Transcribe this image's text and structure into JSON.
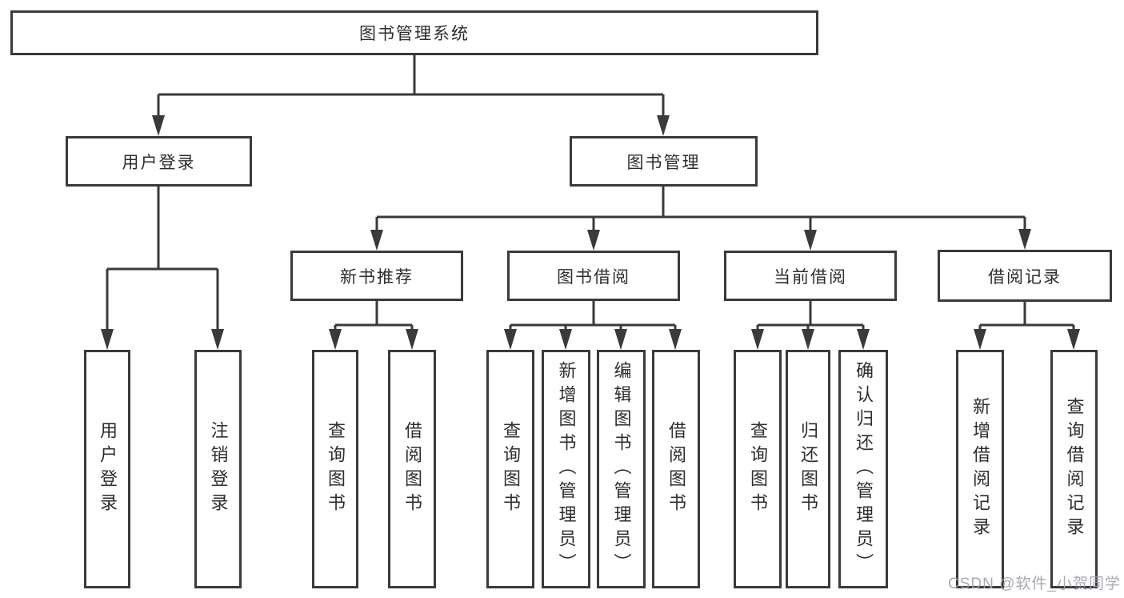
{
  "nodes": {
    "root": "图书管理系统",
    "user_login": "用户登录",
    "book_management": "图书管理",
    "new_book_recommend": "新书推荐",
    "book_borrow": "图书借阅",
    "current_borrow": "当前借阅",
    "borrow_records": "借阅记录"
  },
  "leaves": {
    "user_login": "用户登录",
    "logout": "注销登录",
    "query_books_rec": "查询图书",
    "borrow_books_rec": "借阅图书",
    "query_books_borrow": "查询图书",
    "add_books_admin": "新增图书（管理员）",
    "edit_books_admin": "编辑图书（管理员）",
    "borrow_books_borrow": "借阅图书",
    "query_books_current": "查询图书",
    "return_books": "归还图书",
    "confirm_return_admin": "确认归还（管理员）",
    "add_borrow_record": "新增借阅记录",
    "query_borrow_record": "查询借阅记录"
  },
  "structure": {
    "图书管理系统": {
      "用户登录": [
        "用户登录",
        "注销登录"
      ],
      "图书管理": {
        "新书推荐": [
          "查询图书",
          "借阅图书"
        ],
        "图书借阅": [
          "查询图书",
          "新增图书（管理员）",
          "编辑图书（管理员）",
          "借阅图书"
        ],
        "当前借阅": [
          "查询图书",
          "归还图书",
          "确认归还（管理员）"
        ],
        "借阅记录": [
          "新增借阅记录",
          "查询借阅记录"
        ]
      }
    }
  },
  "watermark": "CSDN @软件_小贺同学",
  "colors": {
    "background": "#ffffff",
    "box_border": "#3a3a3a",
    "connector_line": "#3a3a3a",
    "text": "#2d2d2d",
    "watermark": "#9ea1a8"
  }
}
